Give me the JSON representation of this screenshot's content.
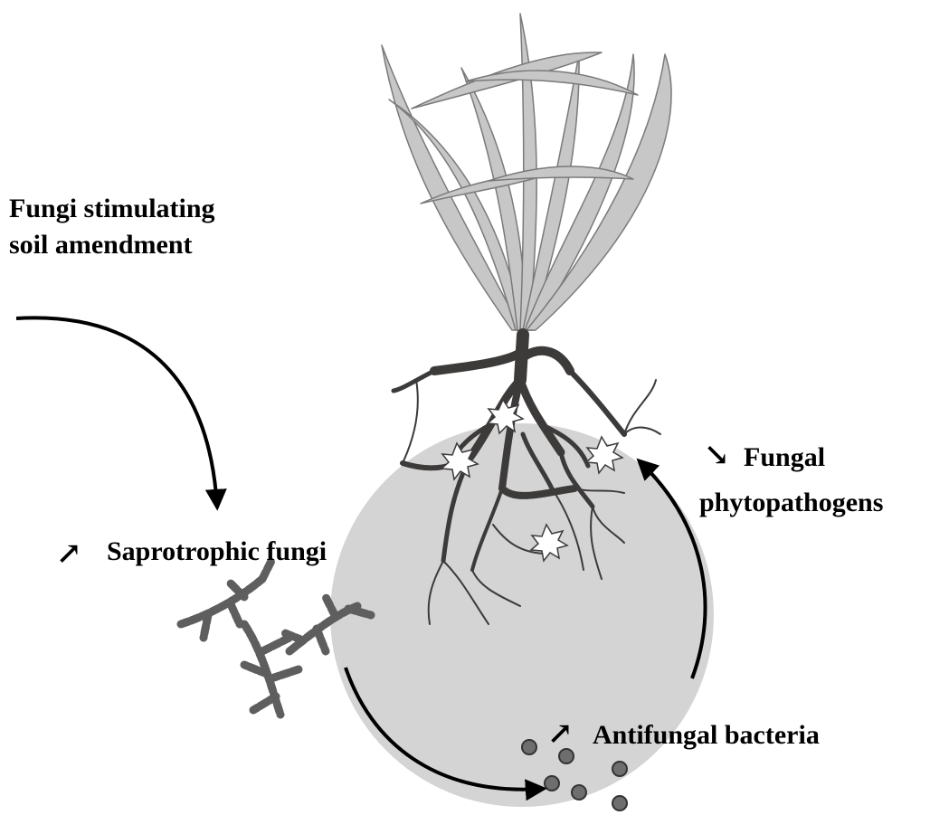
{
  "labels": {
    "amendment_line1": "Fungi stimulating",
    "amendment_line2": "soil amendment",
    "saprotrophic": "Saprotrophic fungi",
    "pathogens_line1": "Fungal",
    "pathogens_line2": "phytopathogens",
    "bacteria": "Antifungal bacteria"
  },
  "trend_symbols": {
    "increase": "↗",
    "decrease": "↘"
  },
  "trends": {
    "saprotrophic": "increase",
    "pathogens": "decrease",
    "bacteria": "increase"
  },
  "colors": {
    "rhizosphere": "#d4d4d4",
    "leaves": "#c7c7c7",
    "leaf_outline": "#7a7a7a",
    "roots": "#3d3a3a",
    "fungi": "#5e5e5e",
    "bacteria": "#6e6e6e",
    "arrows": "#000000"
  }
}
